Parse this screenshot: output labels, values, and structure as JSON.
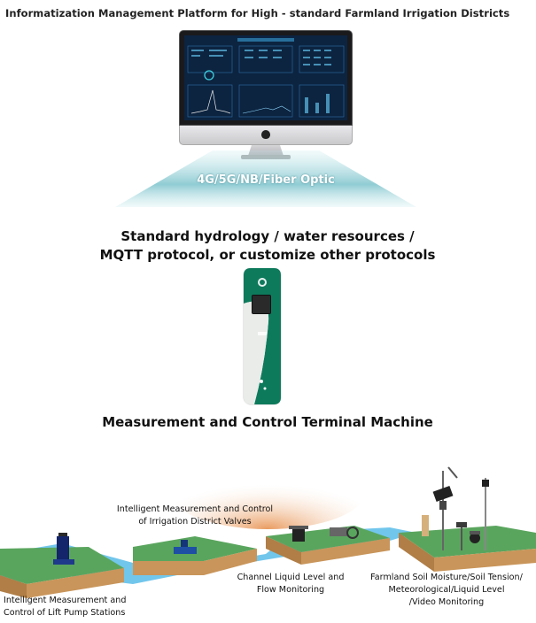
{
  "title": "Informatization Management Platform for High - standard Farmland Irrigation Districts",
  "network": {
    "label": "4G/5G/NB/Fiber Optic"
  },
  "protocol": {
    "line1": "Standard hydrology / water resources /",
    "line2": "MQTT protocol, or customize other protocols"
  },
  "terminal": {
    "caption": "Measurement and Control Terminal Machine"
  },
  "labels": {
    "valves": {
      "line1": "Intelligent Measurement and Control",
      "line2": "of Irrigation District Valves"
    },
    "pump": {
      "line1": "Intelligent Measurement and",
      "line2": "Control of Lift Pump Stations"
    },
    "channel": {
      "line1": "Channel Liquid Level and",
      "line2": "Flow Monitoring"
    },
    "soil": {
      "line1": "Farmland Soil Moisture/Soil Tension/",
      "line2": "Meteorological/Liquid Level",
      "line3": "/Video Monitoring"
    }
  },
  "colors": {
    "device_green": "#0e7a5c",
    "grass": "#5aa55e",
    "soil": "#c9955a",
    "water": "#4fb6e3",
    "screen": "#0c2440"
  }
}
